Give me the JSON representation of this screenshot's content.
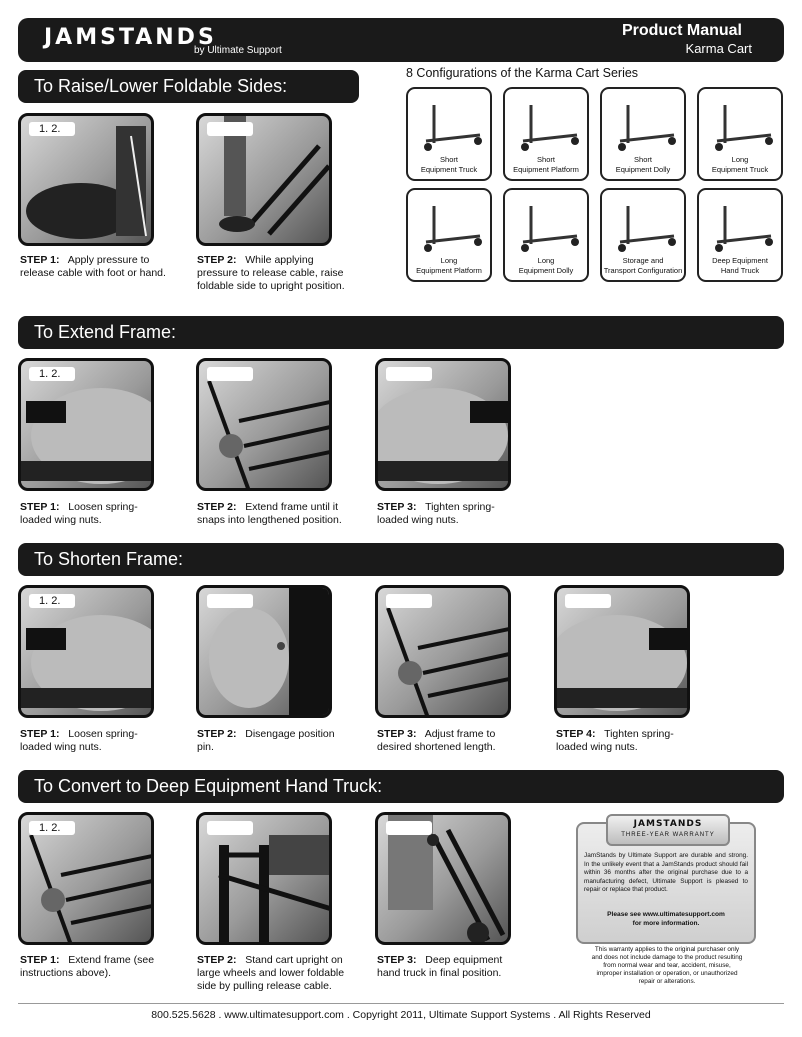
{
  "header": {
    "logo": "JAMSTANDS",
    "logo_sub": "by Ultimate Support",
    "title": "Product Manual",
    "subtitle": "Karma Cart"
  },
  "sections": {
    "raise": "To Raise/Lower Foldable Sides:",
    "extend": "To Extend Frame:",
    "shorten": "To Shorten Frame:",
    "convert": "To Convert to Deep Equipment Hand Truck:"
  },
  "tag": "1. 2.",
  "steps": {
    "raise": [
      {
        "label": "STEP 1:",
        "text": "Apply pressure to release cable with foot or hand."
      },
      {
        "label": "STEP 2:",
        "text": "While applying pressure to release cable, raise foldable side to upright position."
      }
    ],
    "extend": [
      {
        "label": "STEP 1:",
        "text": "Loosen spring-loaded wing nuts."
      },
      {
        "label": "STEP 2:",
        "text": "Extend frame until it snaps into lengthened position."
      },
      {
        "label": "STEP 3:",
        "text": "Tighten spring-loaded wing nuts."
      }
    ],
    "shorten": [
      {
        "label": "STEP 1:",
        "text": "Loosen spring-loaded wing nuts."
      },
      {
        "label": "STEP 2:",
        "text": "Disengage position pin."
      },
      {
        "label": "STEP 3:",
        "text": "Adjust frame to desired shortened length."
      },
      {
        "label": "STEP 4:",
        "text": "Tighten spring-loaded wing nuts."
      }
    ],
    "convert": [
      {
        "label": "STEP 1:",
        "text": "Extend frame (see instructions above)."
      },
      {
        "label": "STEP 2:",
        "text": "Stand cart upright on large wheels and lower foldable side by pulling release cable."
      },
      {
        "label": "STEP 3:",
        "text": "Deep equipment hand truck in final position."
      }
    ]
  },
  "configurations": {
    "title": "8 Configurations of the Karma Cart Series",
    "items": [
      {
        "line1": "Short",
        "line2": "Equipment Truck"
      },
      {
        "line1": "Short",
        "line2": "Equipment Platform"
      },
      {
        "line1": "Short",
        "line2": "Equipment Dolly"
      },
      {
        "line1": "Long",
        "line2": "Equipment Truck"
      },
      {
        "line1": "Long",
        "line2": "Equipment Platform"
      },
      {
        "line1": "Long",
        "line2": "Equipment Dolly"
      },
      {
        "line1": "Storage and",
        "line2": "Transport Configuration"
      },
      {
        "line1": "Deep Equipment",
        "line2": "Hand Truck"
      }
    ]
  },
  "warranty": {
    "logo": "JAMSTANDS",
    "banner": "THREE-YEAR WARRANTY",
    "body": "JamStands by Ultimate Support are durable and strong. In the unlikely event that a JamStands product should fail within 36 months after the original purchase due to a manufacturing defect, Ultimate Support is pleased to repair or replace that product.",
    "more1": "Please see www.ultimatesupport.com",
    "more2": "for more information.",
    "note": "This warranty applies to the original purchaser only and does not include damage to the product resulting from normal wear and tear, accident, misuse, improper installation or operation, or unauthorized repair or alterations."
  },
  "footer": "800.525.5628  .  www.ultimatesupport.com  .  Copyright 2011, Ultimate Support Systems  .  All Rights Reserved"
}
